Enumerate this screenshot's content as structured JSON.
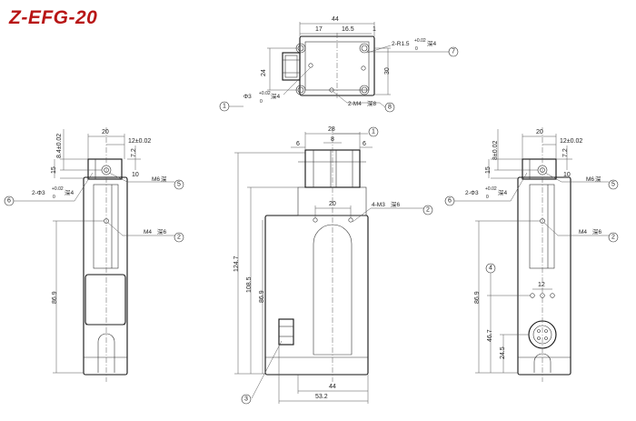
{
  "title": "Z-EFG-20",
  "colors": {
    "title": "#b81616",
    "line": "#111111",
    "dimension": "#555555",
    "thread_mark": "#aa00aa"
  },
  "top_view": {
    "dims": [
      "44",
      "17",
      "16.5",
      "1",
      "24",
      "30"
    ],
    "holes": [
      "2-R1.5",
      "+0.02",
      "0",
      "深4",
      "Φ3",
      "+0.02",
      "0",
      "深4",
      "2-M4",
      "深8"
    ],
    "balloons": [
      "7",
      "1",
      "8"
    ]
  },
  "left_view": {
    "dims": [
      "8.4±0.02",
      "20",
      "12±0.02",
      "7.2",
      "15",
      "10",
      "86.9"
    ],
    "notes": [
      "M6",
      "深",
      "2-Φ3",
      "+0.02",
      "0",
      "深4",
      "M4",
      "深6"
    ],
    "balloons": [
      "5",
      "6",
      "2"
    ]
  },
  "front_view": {
    "dims": [
      "28",
      "8",
      "6",
      "6",
      "20",
      "124.7",
      "108.5",
      "86.9",
      "44",
      "53.2"
    ],
    "notes": [
      "4-M3",
      "深6"
    ],
    "balloons": [
      "1",
      "2",
      "3"
    ]
  },
  "right_view": {
    "dims": [
      "20",
      "8±0.02",
      "12±0.02",
      "7.2",
      "15",
      "10",
      "12",
      "86.9",
      "46.7",
      "24.5"
    ],
    "notes": [
      "M6",
      "深",
      "2-Φ3",
      "+0.02",
      "0",
      "深4",
      "M4",
      "深6"
    ],
    "balloons": [
      "5",
      "6",
      "2",
      "4"
    ]
  }
}
